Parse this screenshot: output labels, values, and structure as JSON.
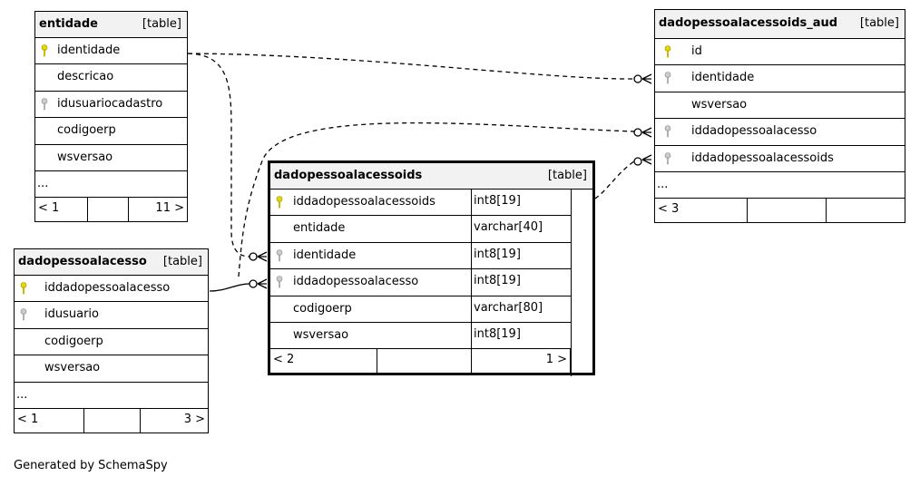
{
  "tables": {
    "entidade": {
      "name": "entidade",
      "kind": "[table]",
      "columns": [
        "identidade",
        "descricao",
        "idusuariocadastro",
        "codigoerp",
        "wsversao"
      ],
      "more": "...",
      "footer": {
        "left": "< 1",
        "right": "11 >"
      }
    },
    "dadopessoalacesso": {
      "name": "dadopessoalacesso",
      "kind": "[table]",
      "columns": [
        "iddadopessoalacesso",
        "idusuario",
        "codigoerp",
        "wsversao"
      ],
      "more": "...",
      "footer": {
        "left": "< 1",
        "right": "3 >"
      }
    },
    "dadopessoalacessoids": {
      "name": "dadopessoalacessoids",
      "kind": "[table]",
      "columns": [
        "iddadopessoalacessoids",
        "entidade",
        "identidade",
        "iddadopessoalacesso",
        "codigoerp",
        "wsversao"
      ],
      "types": [
        "int8[19]",
        "varchar[40]",
        "int8[19]",
        "int8[19]",
        "varchar[80]",
        "int8[19]"
      ],
      "footer": {
        "left": "< 2",
        "right": "1 >"
      }
    },
    "dadopessoalacessoids_aud": {
      "name": "dadopessoalacessoids_aud",
      "kind": "[table]",
      "columns": [
        "id",
        "identidade",
        "wsversao",
        "iddadopessoalacesso",
        "iddadopessoalacessoids"
      ],
      "more": "...",
      "footer": {
        "left": "< 3",
        "right": ""
      }
    }
  },
  "caption": "Generated by SchemaSpy",
  "colors": {
    "primary_key": "#e8d800",
    "foreign_key": "#aaaaaa",
    "header_bg": "#f2f2f2"
  }
}
